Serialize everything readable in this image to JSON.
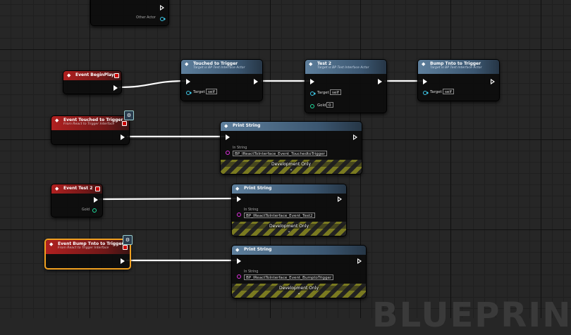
{
  "nodes": {
    "top_partial": {
      "pin_label": "Other Actor"
    },
    "begin_play": {
      "title": "Event BeginPlay"
    },
    "touched_call": {
      "title": "Touched to Trigger",
      "subtitle": "Target is BP Test Interface Actor",
      "target_label": "Target",
      "target_value": "self"
    },
    "test2_call": {
      "title": "Test 2",
      "subtitle": "Target is BP Test Interface Actor",
      "target_label": "Target",
      "target_value": "self",
      "gold_label": "Gold",
      "gold_value": "0"
    },
    "bump_call": {
      "title": "Bump Tnto to Trigger",
      "subtitle": "Target is BP Test Interface Actor",
      "target_label": "Target",
      "target_value": "self"
    },
    "event_touched": {
      "title": "Event Touched to Trigger",
      "subtitle": "From React to Trigger Interface"
    },
    "print1": {
      "title": "Print String",
      "in_label": "In String",
      "in_value": "BP_IReactToInterface_Event_TouchedtoTrigger",
      "dev_label": "Development Only",
      "chevron": "⌄"
    },
    "event_test2": {
      "title": "Event Test 2",
      "gold_label": "Gold"
    },
    "print2": {
      "title": "Print String",
      "in_label": "In String",
      "in_value": "BP_IReactToInterface_Event_Test2",
      "dev_label": "Development Only",
      "chevron": "⌄"
    },
    "event_bump": {
      "title": "Event Bump Tnto to Trigger",
      "subtitle": "From React to Trigger Interface"
    },
    "print3": {
      "title": "Print String",
      "in_label": "In String",
      "in_value": "BP_IReactToInterface_Event_BumptoTrigger",
      "dev_label": "Development Only",
      "chevron": "⌄"
    }
  },
  "icons": {
    "event": "event-diamond-icon",
    "function": "function-f-icon",
    "interface_badge": "interface-badge-icon"
  },
  "watermark": "BLUEPRINT",
  "colors": {
    "exec_wire": "#ffffff",
    "event_header": "#b02020",
    "function_header": "#3b5670",
    "object_pin": "#3ec8e8",
    "string_pin": "#e030e0",
    "int_pin": "#20e0a0",
    "selection": "#f0a020"
  }
}
